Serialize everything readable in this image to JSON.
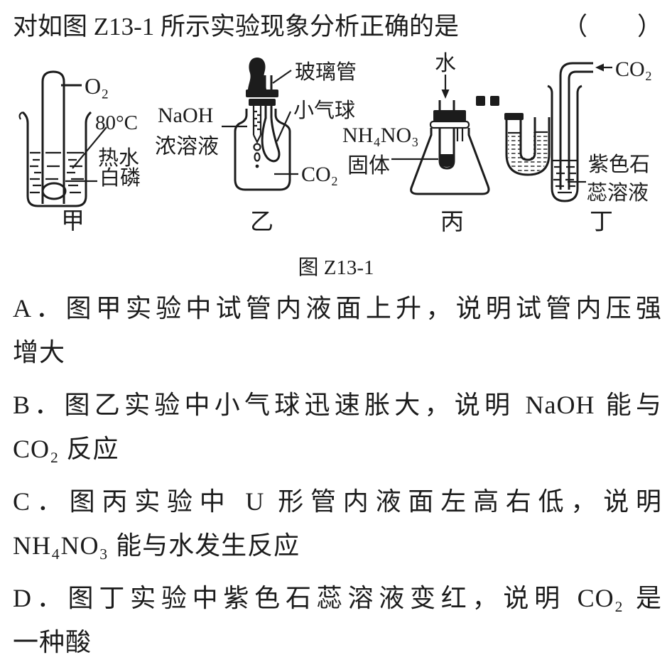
{
  "ink": "#1c1c1c",
  "question": {
    "stem": "对如图 Z13-1 所示实验现象分析正确的是",
    "brackets": "（　　）"
  },
  "figure": {
    "caption": "图 Z13-1",
    "jia": {
      "label": "甲",
      "gas": "O₂",
      "temperature": "80°C",
      "hot_water": "热水",
      "white_phosphorus": "白磷"
    },
    "yi": {
      "label": "乙",
      "reagent_line1": "NaOH",
      "reagent_line2": "浓溶液",
      "glass_tube": "玻璃管",
      "balloon": "小气球",
      "gas": "CO₂"
    },
    "bing": {
      "label": "丙",
      "water": "水",
      "solid_line1": "NH₄NO₃",
      "solid_line2": "固体"
    },
    "ding": {
      "label": "丁",
      "gas": "CO₂",
      "litmus_line1": "紫色石",
      "litmus_line2": "蕊溶液"
    }
  },
  "options": [
    {
      "id": "A",
      "lines": [
        "A．图甲实验中试管内液面上升，说明试管内压强",
        "增大"
      ]
    },
    {
      "id": "B",
      "lines": [
        "B．图乙实验中小气球迅速胀大，说明 NaOH 能与",
        "CO₂ 反应"
      ]
    },
    {
      "id": "C",
      "lines": [
        "C．图丙实验中 U 形管内液面左高右低，说明",
        "NH₄NO₃ 能与水发生反应"
      ]
    },
    {
      "id": "D",
      "lines": [
        "D．图丁实验中紫色石蕊溶液变红，说明 CO₂ 是",
        "一种酸"
      ]
    }
  ]
}
